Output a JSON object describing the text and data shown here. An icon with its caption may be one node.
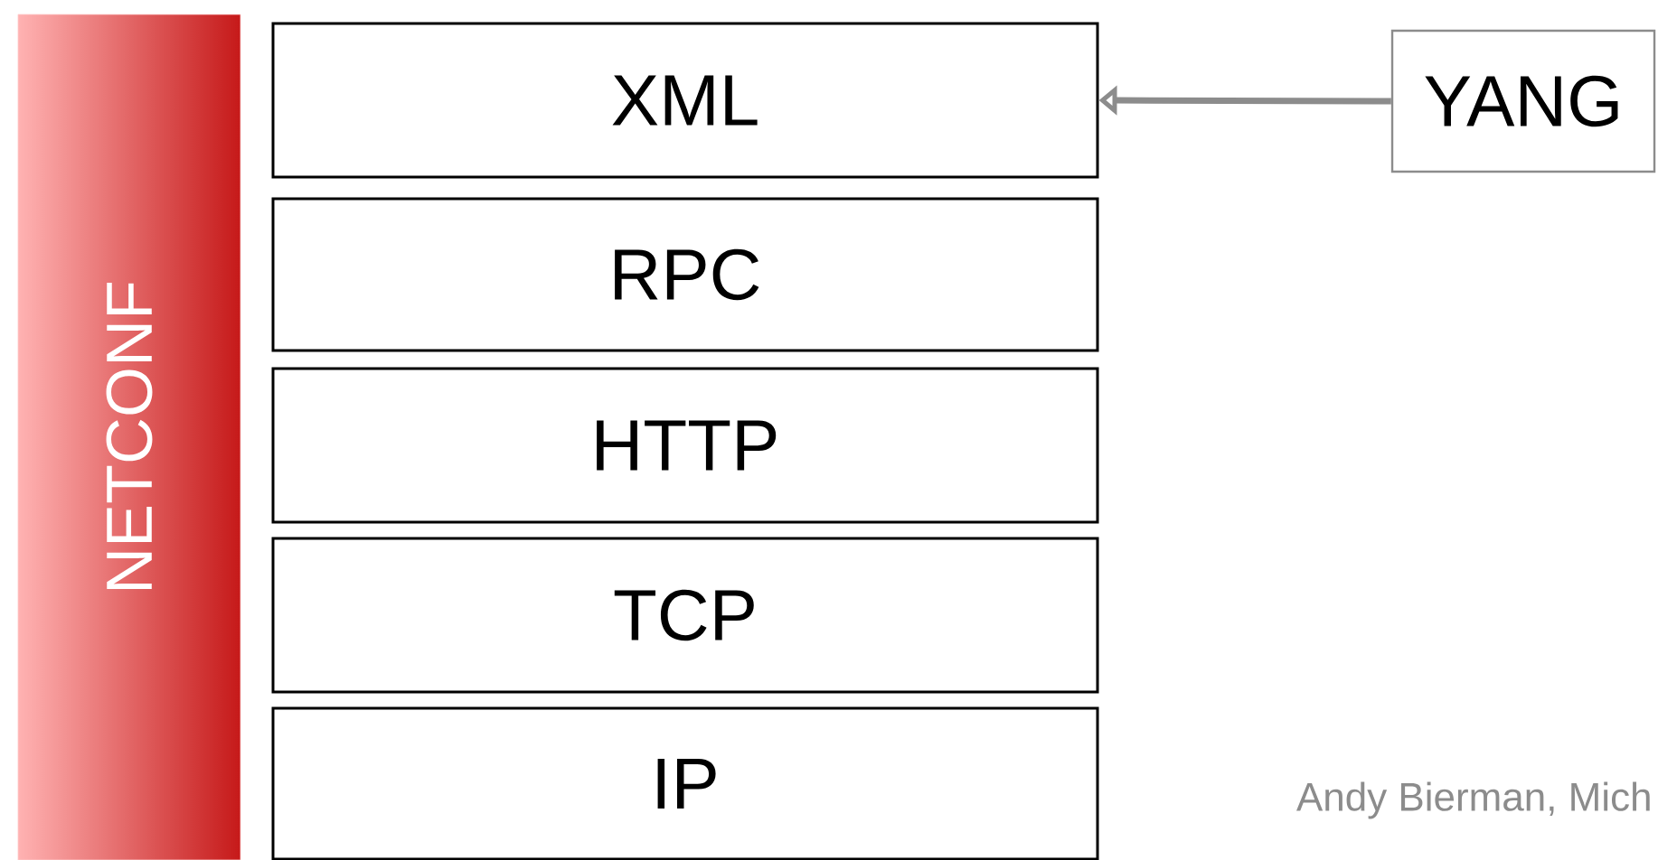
{
  "diagram": {
    "nodes": [
      {
        "text": [
          "NETCONF"
        ]
      },
      {
        "text": [
          "XML"
        ]
      },
      {
        "text": [
          "RPC"
        ]
      },
      {
        "text": [
          "HTTP"
        ]
      },
      {
        "text": [
          "TCP"
        ]
      },
      {
        "text": [
          "IP"
        ]
      },
      {
        "text": [
          "YANG"
        ]
      }
    ],
    "edges": [
      {
        "from": 6,
        "to": 1,
        "arrow": "to",
        "color": "#8c8c8c"
      }
    ],
    "labels": [
      "Andy Bierman, Mich"
    ]
  }
}
